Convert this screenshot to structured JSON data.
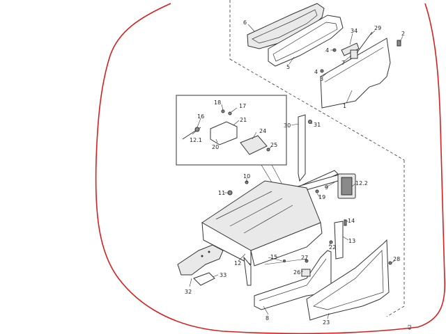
{
  "diagram": {
    "part_labels": [
      "1",
      "2",
      "3",
      "4",
      "4",
      "5",
      "6",
      "7",
      "8",
      "9",
      "10",
      "11",
      "12",
      "12.1",
      "12.2",
      "13",
      "14",
      "15",
      "16",
      "17",
      "18",
      "19",
      "20",
      "21",
      "22",
      "23",
      "24",
      "25",
      "26",
      "27",
      "28",
      "29",
      "30",
      "31",
      "32",
      "33",
      "34"
    ],
    "corner_code": "62",
    "colors": {
      "outline": "#d42020",
      "line": "#333333",
      "fill": "#e9e9e9"
    }
  }
}
